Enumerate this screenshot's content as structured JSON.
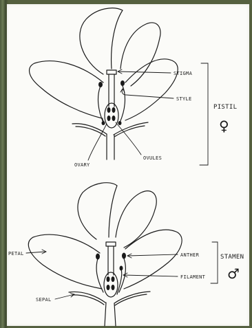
{
  "diagram": {
    "pistil_section": {
      "labels": {
        "stigma": "STIGMA",
        "style": "STYLE",
        "ovary": "OVARY",
        "ovules": "OVULES"
      },
      "group_label": "PISTIL",
      "group_symbol": "♀"
    },
    "stamen_section": {
      "labels": {
        "petal": "PETAL",
        "sepal": "SEPAL",
        "anther": "ANTHER",
        "filament": "FILAMENT"
      },
      "group_label": "STAMEN",
      "group_symbol": "♂"
    }
  }
}
